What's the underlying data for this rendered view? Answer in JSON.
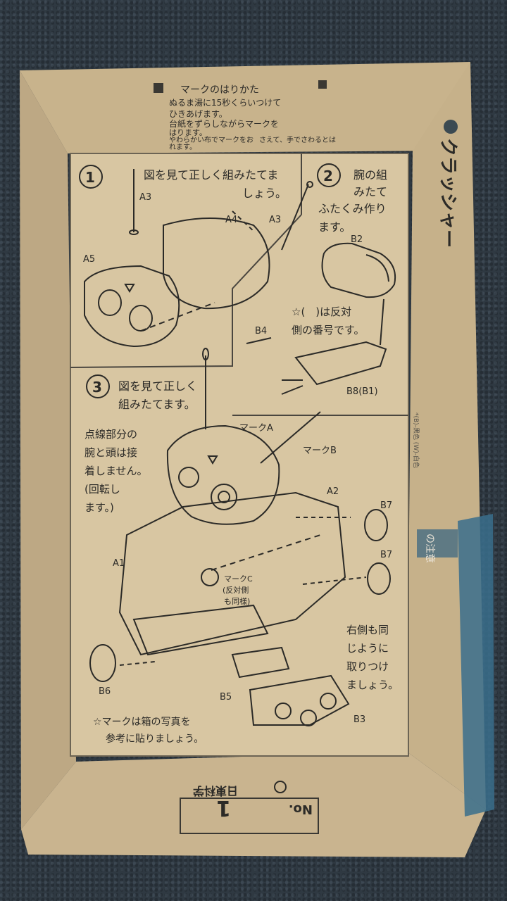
{
  "flap_top": {
    "heading": "マークのはりかた",
    "lines": [
      "ぬるま湯に15秒くらいつけて",
      "ひきあげます。",
      "台紙をずらしながらマークを",
      "はります。",
      "やわらかい布でマークをお",
      "さえて、手でさわるとは",
      "れます。"
    ]
  },
  "steps": [
    {
      "number": "1",
      "lines": [
        "図を見て正しく組みたてま",
        "しょう。"
      ]
    },
    {
      "number": "2",
      "lines": [
        "腕の組",
        "みたて",
        "ふたくみ作り",
        "ます。"
      ]
    },
    {
      "number": "3",
      "lines": [
        "図を見て正しく",
        "組みたてます。"
      ]
    }
  ],
  "notes": {
    "reverse": [
      "☆(　)は反対",
      "側の番号です。"
    ],
    "dotted": [
      "点線部分の",
      "腕と頭は接",
      "着しません。",
      "(回転し",
      "ます。)"
    ],
    "right_side": [
      "右側も同",
      "じように",
      "取りつけ",
      "ましょう。"
    ],
    "mark_ref": [
      "☆マークは箱の写真を",
      "参考に貼りましょう。"
    ]
  },
  "part_labels": [
    "A3",
    "A4",
    "A3",
    "A5",
    "B2",
    "B4",
    "B8(B1)",
    "マークA",
    "マークB",
    "A2",
    "B7",
    "B7",
    "A1",
    "マークC",
    "(反対側",
    "も同様)",
    "B6",
    "B5",
    "B3"
  ],
  "right_flap": {
    "title": "クラッシャー",
    "tag": "の注意",
    "footnote": "*(B)-黒色 (W)-白色"
  },
  "bottom_flap": {
    "number_label": "No.",
    "number": "1",
    "maker": "日東科学"
  },
  "colors": {
    "cardboard": "#cdb994",
    "paper": "#d8c6a2",
    "ink": "#2b2a27",
    "badge": "#5f7a84",
    "carpet": "#2f3942"
  }
}
